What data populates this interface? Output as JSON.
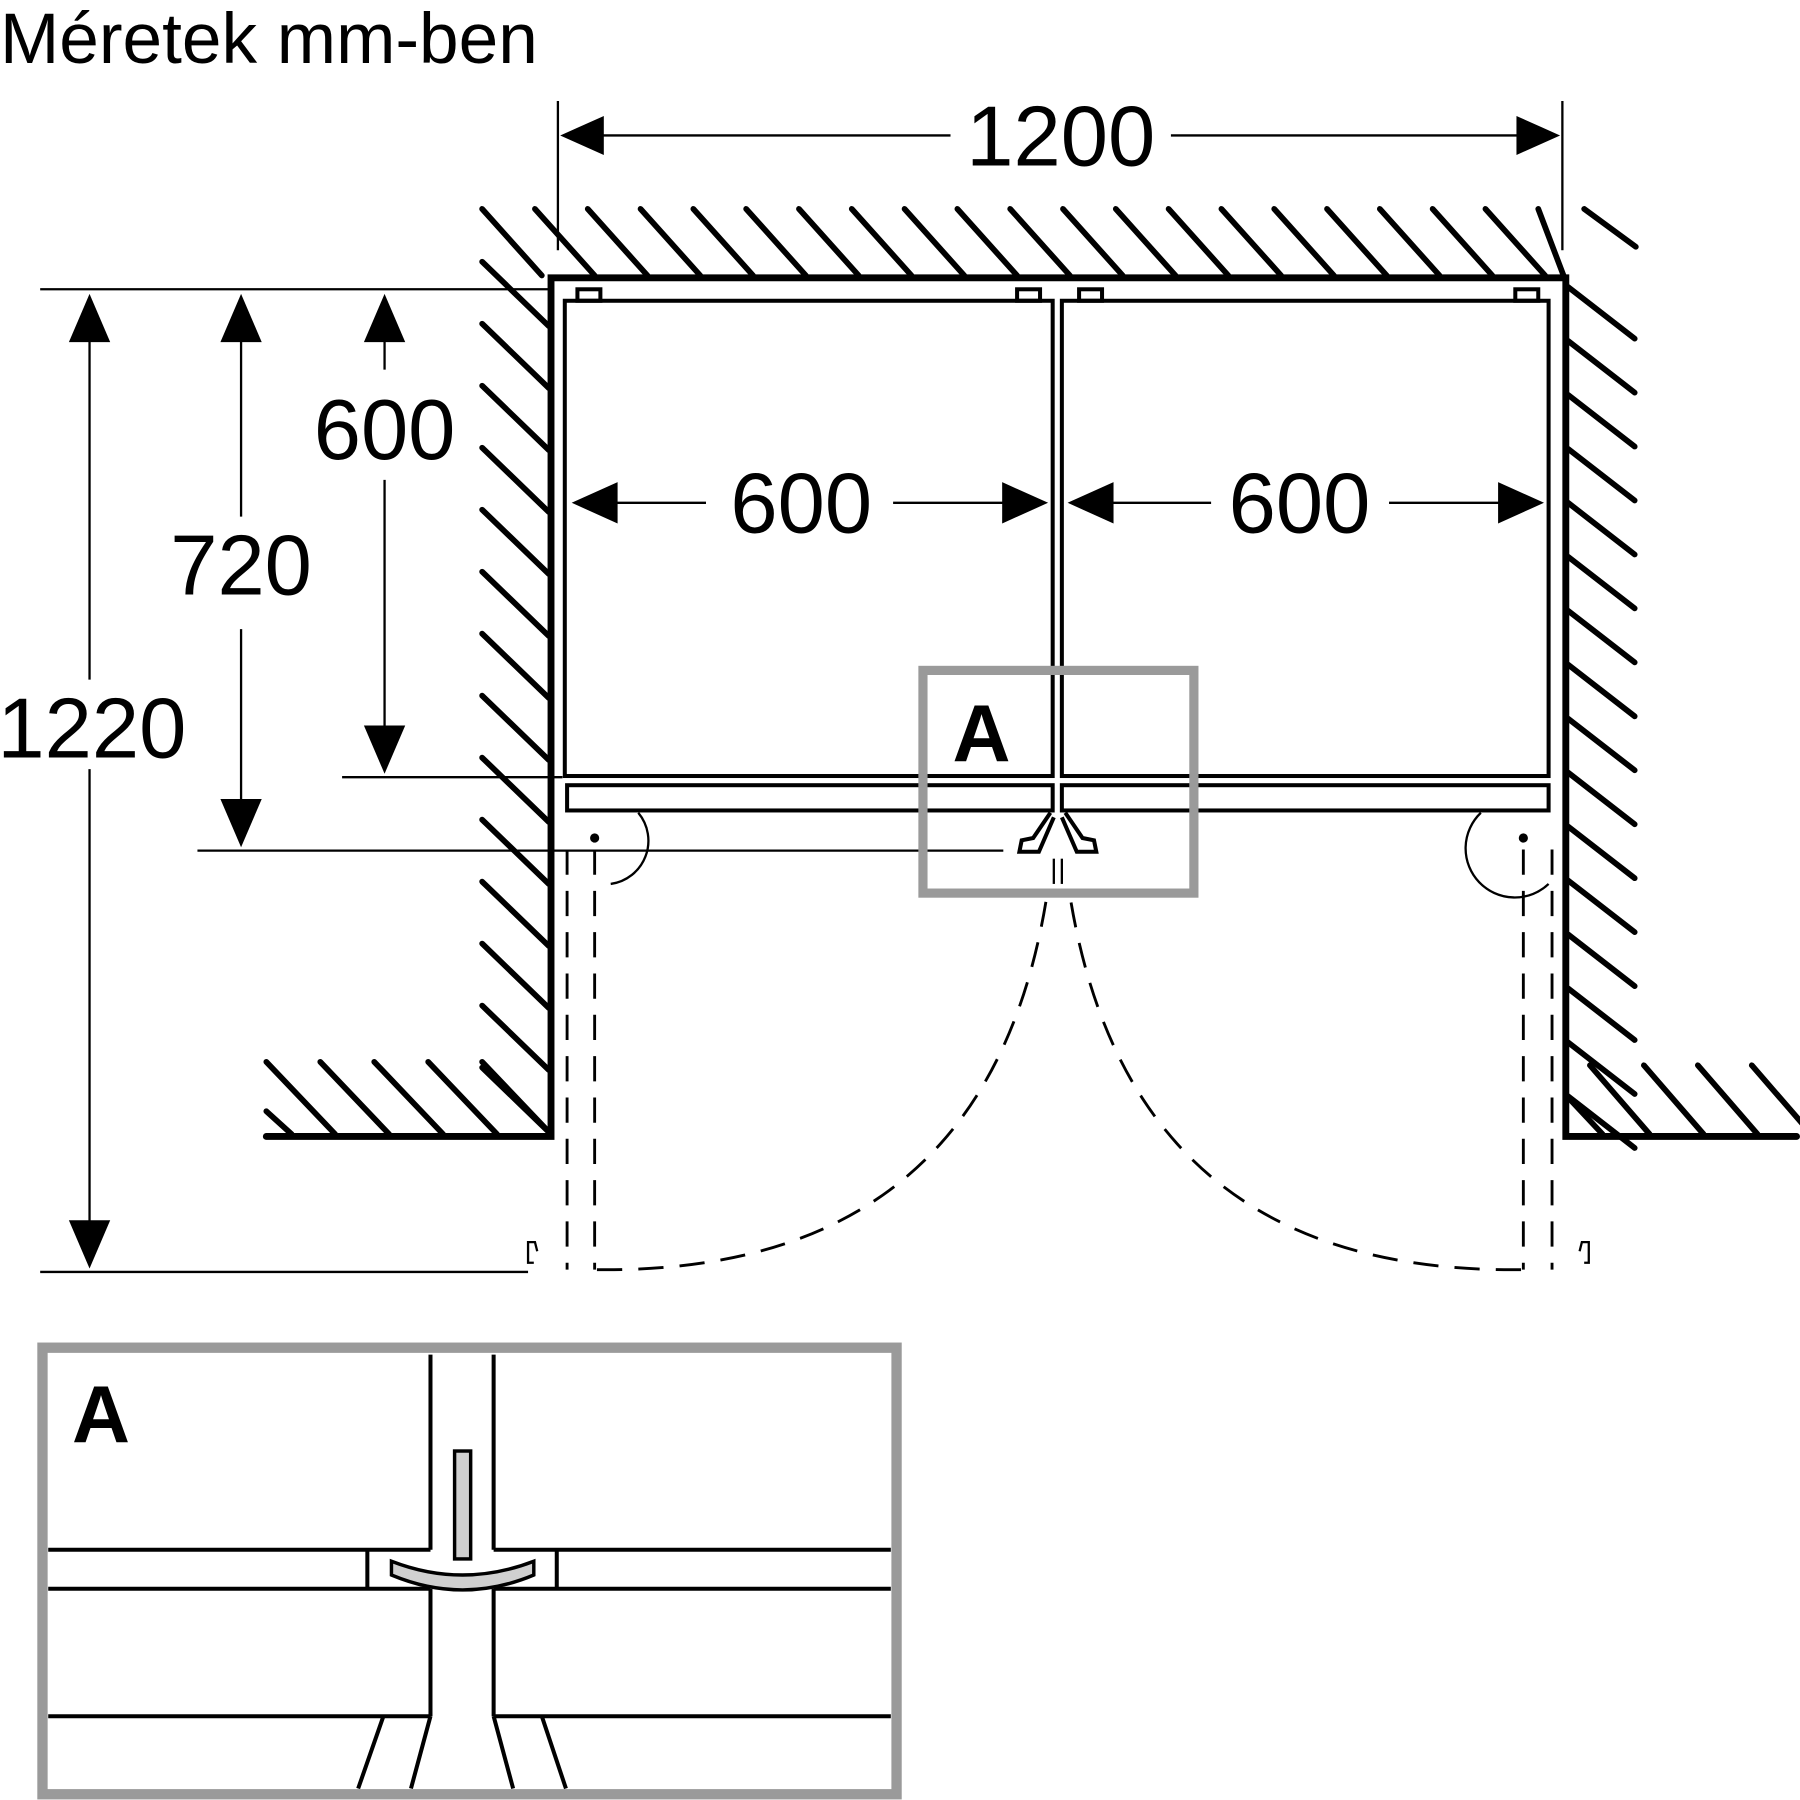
{
  "title": "Méretek mm-ben",
  "units": "mm",
  "colors": {
    "line": "#000000",
    "detail_frame": "#9a9a9a",
    "detail_fill": "#d0d0d0",
    "background": "#ffffff"
  },
  "dimensions": {
    "niche_width": "1200",
    "left_cabinet_width": "600",
    "right_cabinet_width": "600",
    "cabinet_depth": "600",
    "depth_with_doors": "720",
    "depth_doors_open": "1220"
  },
  "detail": {
    "marker_label": "A",
    "inset_label": "A"
  }
}
